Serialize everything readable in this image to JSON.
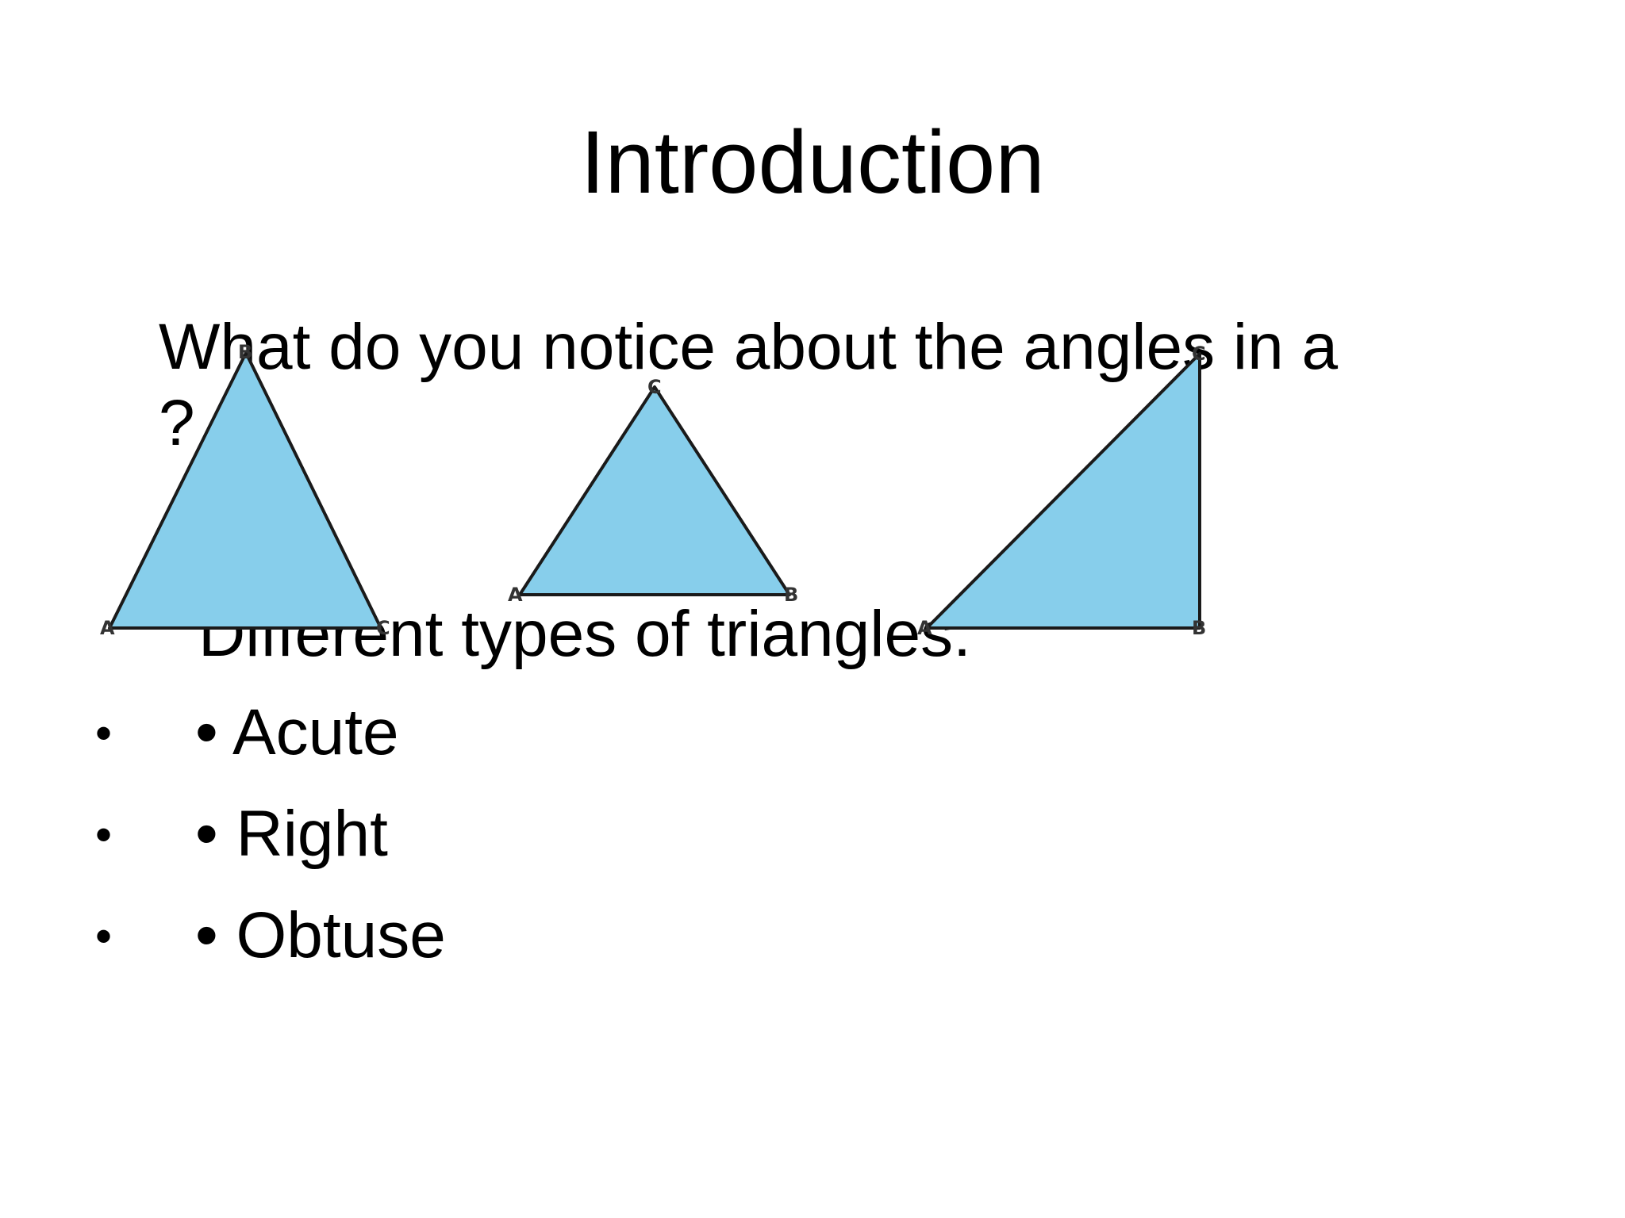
{
  "slide": {
    "title": "Introduction",
    "question_line1": "What do you notice about the angles in a",
    "question_line2": "?",
    "types_line": "Different types of triangles:",
    "bullet_mark": "•",
    "bullets": [
      "• Acute",
      "• Right",
      "• Obtuse"
    ]
  },
  "diagram": {
    "fill_color": "#87CEEB",
    "stroke_color": "#1a1a1a",
    "triangles": [
      {
        "labels": [
          "A",
          "B",
          "C"
        ]
      },
      {
        "labels": [
          "A",
          "B",
          "C"
        ]
      },
      {
        "labels": [
          "A",
          "B",
          "C"
        ]
      }
    ]
  }
}
